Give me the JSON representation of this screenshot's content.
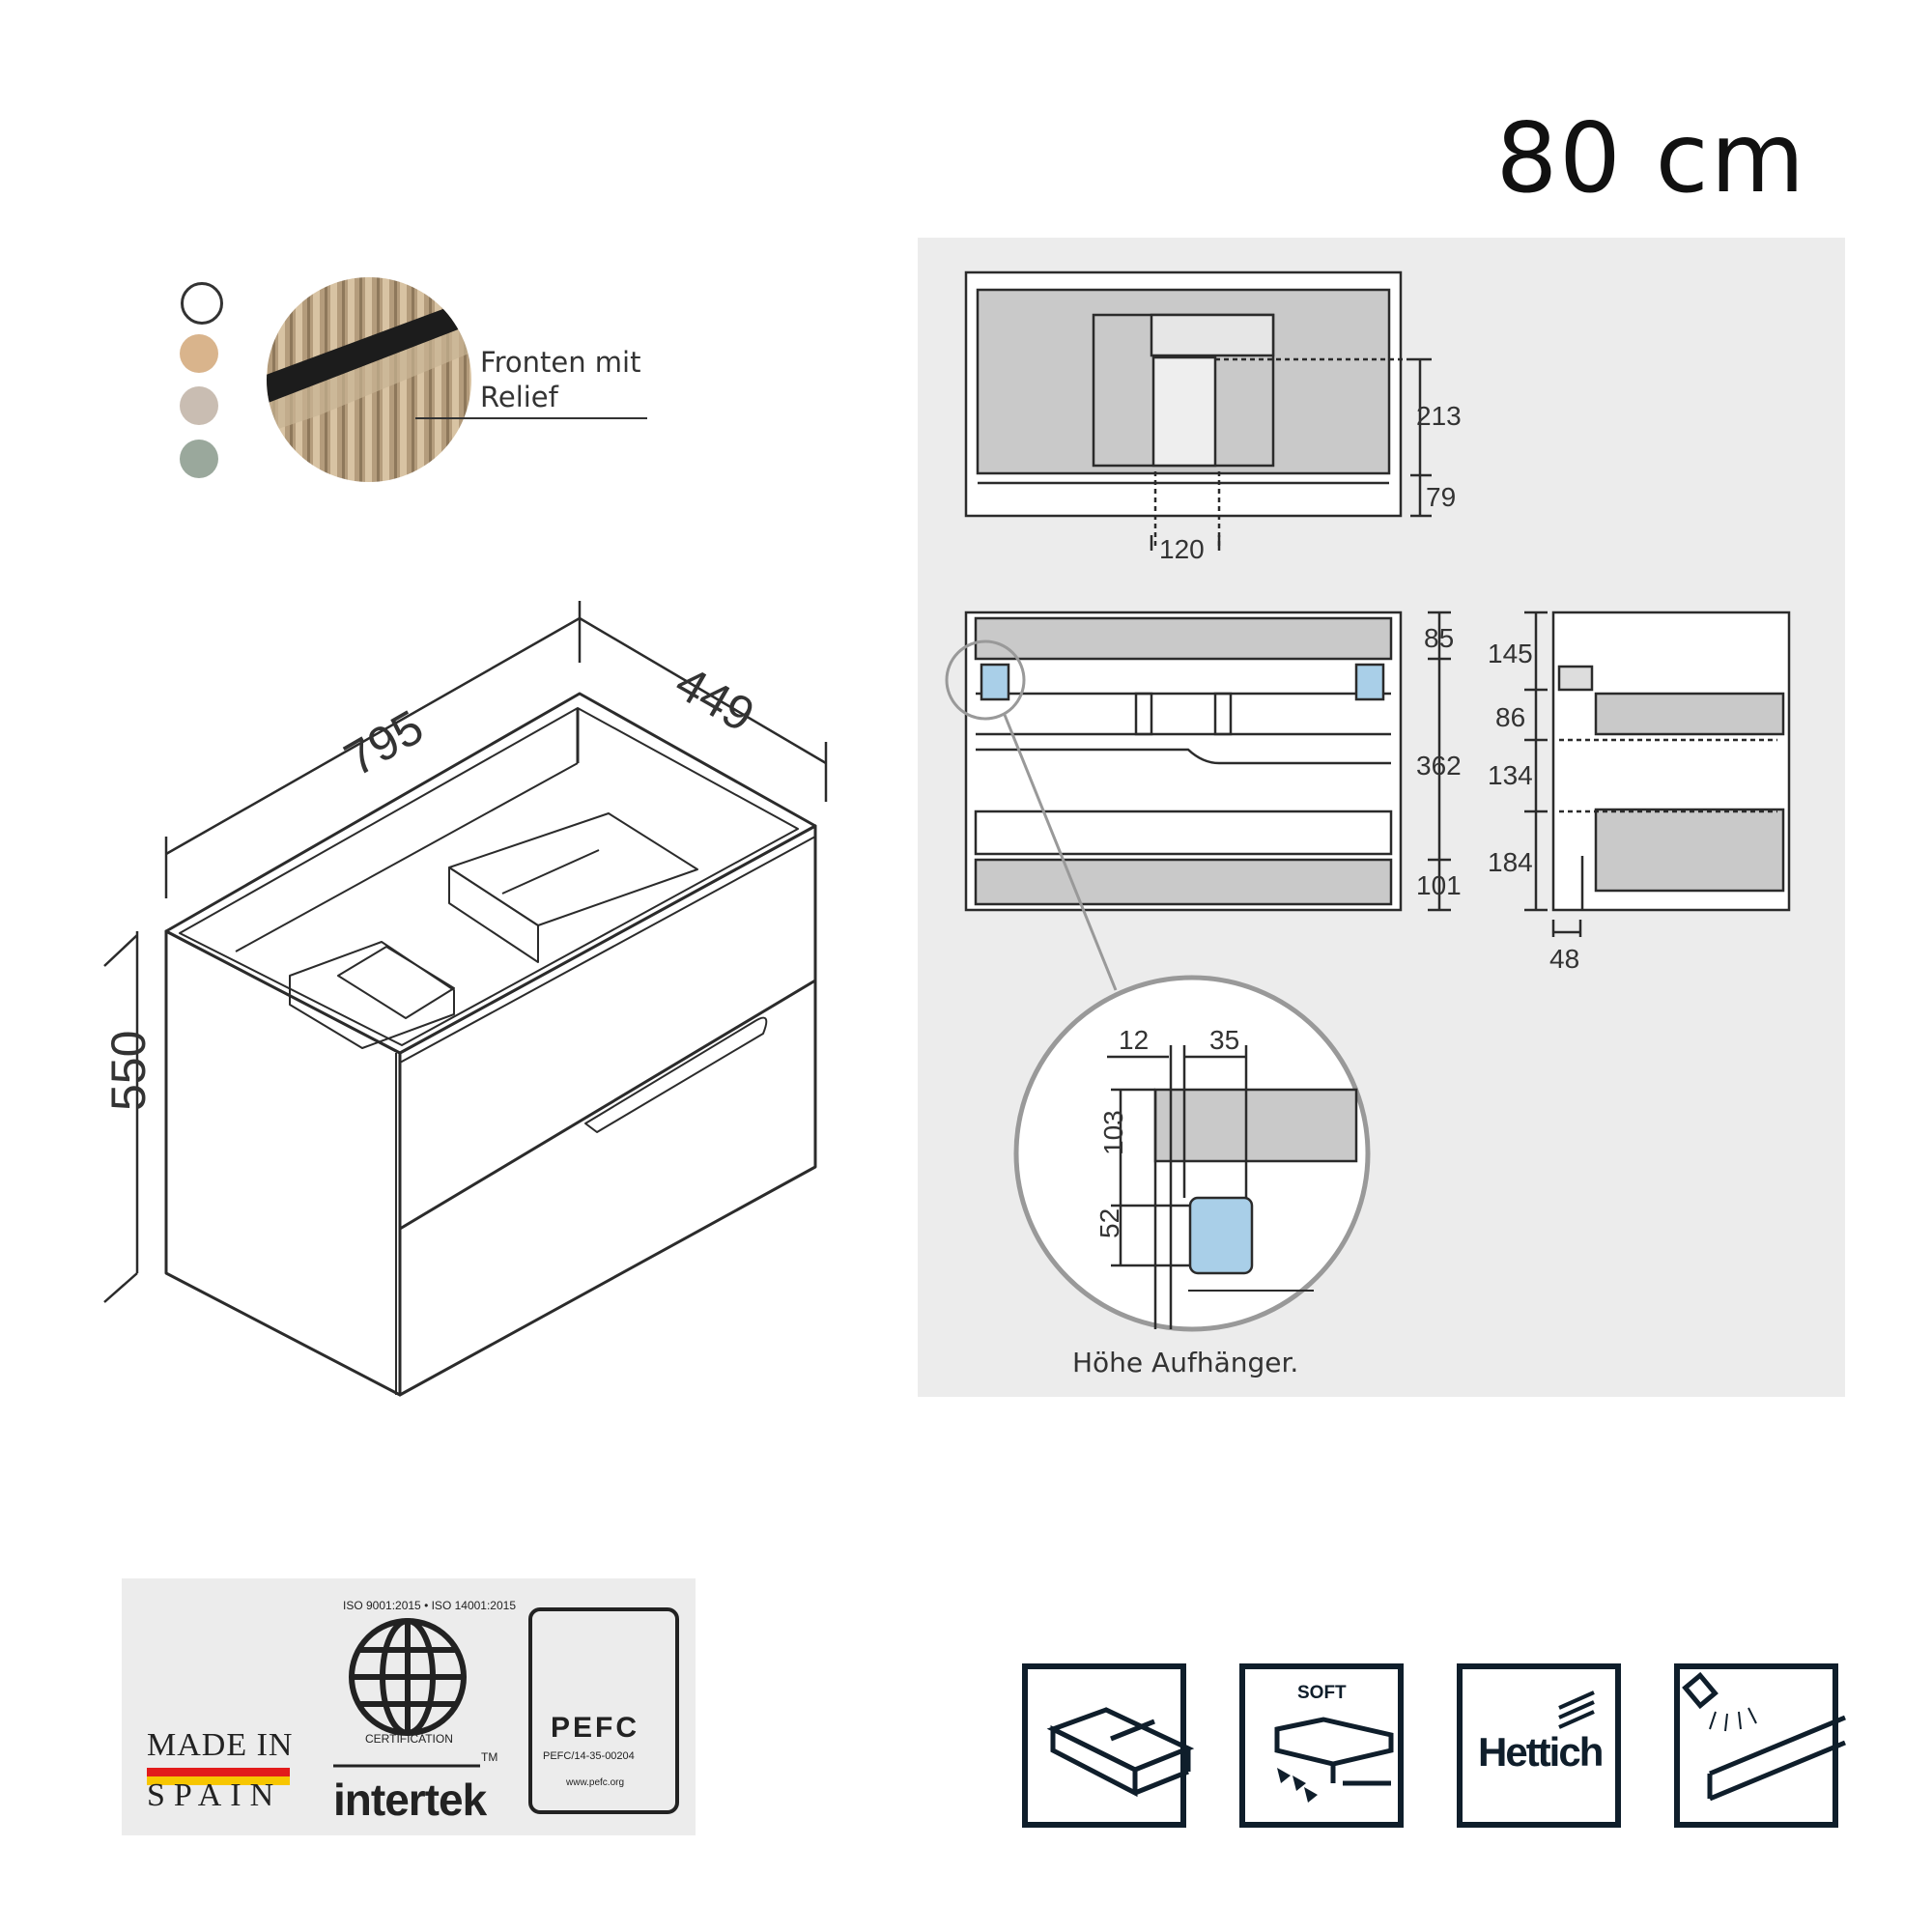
{
  "header": {
    "size_title": "80 cm"
  },
  "finishes": {
    "colors": [
      "#ffffff",
      "#d9b48c",
      "#c9bdb2",
      "#9aa89c"
    ],
    "relief_label_line1": "Fronten mit",
    "relief_label_line2": "Relief"
  },
  "isometric": {
    "width_mm": "795",
    "depth_mm": "449",
    "height_mm": "550"
  },
  "front_view_top": {
    "dim_213": "213",
    "dim_79": "79",
    "dim_120": "120"
  },
  "front_view_bottom": {
    "dim_85": "85",
    "dim_362": "362",
    "dim_101": "101"
  },
  "side_view": {
    "dim_145": "145",
    "dim_86": "86",
    "dim_134": "134",
    "dim_184": "184",
    "dim_48": "48"
  },
  "detail": {
    "dim_12": "12",
    "dim_35": "35",
    "dim_103": "103",
    "dim_52": "52",
    "caption": "Höhe Aufhänger."
  },
  "certifications": {
    "made_in": "MADE IN",
    "spain": "SPAIN",
    "iso_text": "ISO 9001:2015 • ISO 14001:2015",
    "certification_text": "CERTIFICATION",
    "tm": "TM",
    "intertek": "intertek",
    "pefc": "PEFC",
    "pefc_code": "PEFC/14-35-00204",
    "pefc_web": "www.pefc.org"
  },
  "features": {
    "soft": "SOFT",
    "hettich": "Hettich"
  }
}
